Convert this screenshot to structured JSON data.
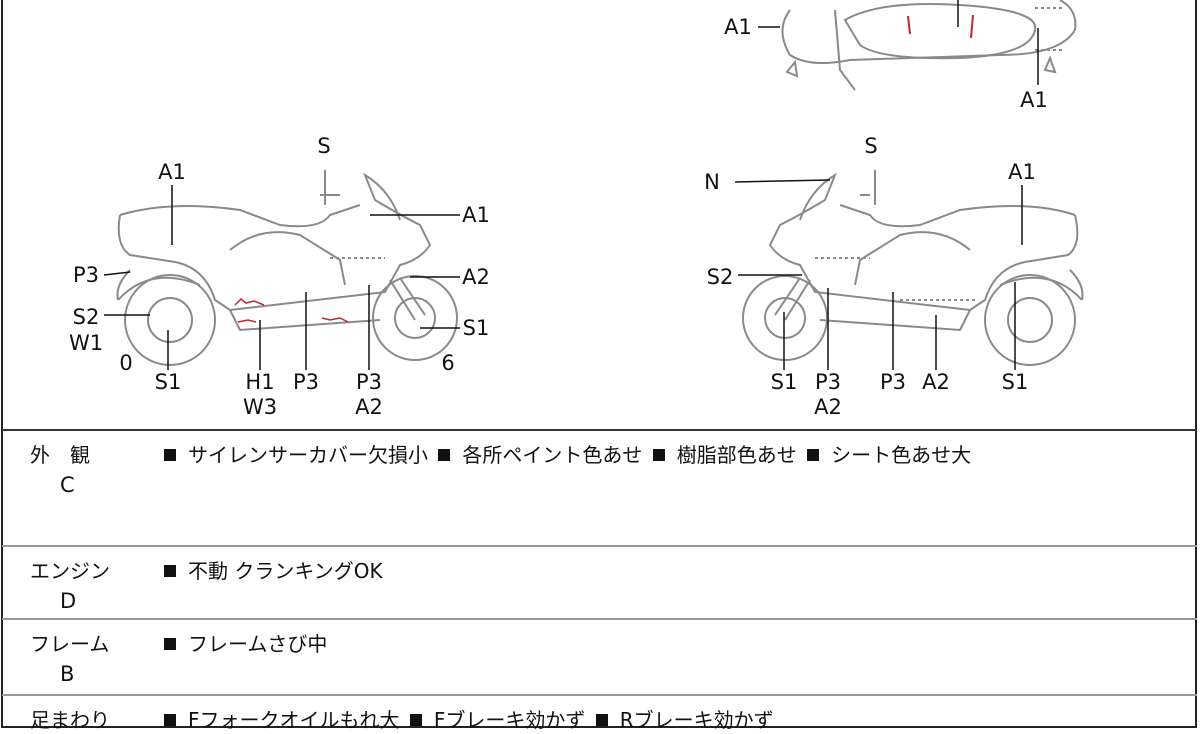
{
  "diagram_labels": {
    "top": [
      "A1",
      "A1"
    ],
    "left": [
      "A1",
      "S",
      "A1",
      "P3",
      "A2",
      "S2",
      "W1",
      "S1",
      "0",
      "S1",
      "H1",
      "W3",
      "P3",
      "P3",
      "A2",
      "6"
    ],
    "right": [
      "S",
      "N",
      "A1",
      "S2",
      "S1",
      "P3",
      "A2",
      "P3",
      "A2",
      "S1"
    ]
  },
  "rows": [
    {
      "category": "外　観",
      "grade": "C",
      "items": [
        "サイレンサーカバー欠損小",
        "各所ペイント色あせ",
        "樹脂部色あせ",
        "シート色あせ大"
      ]
    },
    {
      "category": "エンジン",
      "grade": "D",
      "items": [
        "不動 クランキングOK"
      ]
    },
    {
      "category": "フレーム",
      "grade": "B",
      "items": [
        "フレームさび中"
      ]
    },
    {
      "category": "足まわり",
      "grade": "",
      "items": [
        "Fフォークオイルもれ大",
        "Fブレーキ効かず",
        "Rブレーキ効かず"
      ]
    }
  ],
  "colors": {
    "outline": "#8a8a8a",
    "damage": "#c0282d",
    "border": "#222222"
  }
}
